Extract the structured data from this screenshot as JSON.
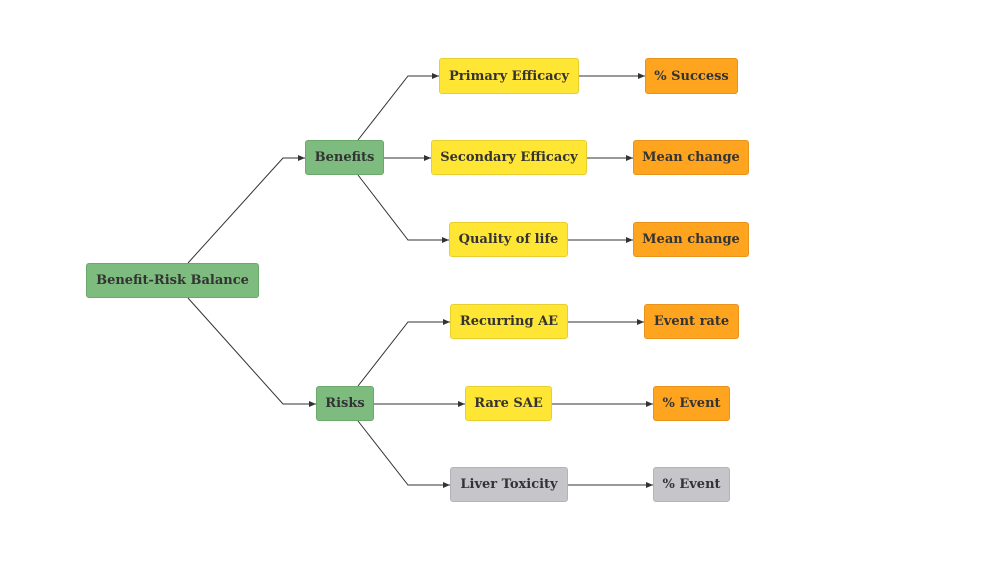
{
  "diagram": {
    "root": {
      "label": "Benefit-Risk Balance",
      "color": "#7dbb7f"
    },
    "categories": [
      {
        "label": "Benefits",
        "color": "#7dbb7f"
      },
      {
        "label": "Risks",
        "color": "#7dbb7f"
      }
    ],
    "criteria": [
      {
        "label": "Primary Efficacy",
        "category": "Benefits",
        "color": "#ffe534",
        "measure": "% Success",
        "measure_color": "#ffa41f"
      },
      {
        "label": "Secondary Efficacy",
        "category": "Benefits",
        "color": "#ffe534",
        "measure": "Mean change",
        "measure_color": "#ffa41f"
      },
      {
        "label": "Quality of life",
        "category": "Benefits",
        "color": "#ffe534",
        "measure": "Mean change",
        "measure_color": "#ffa41f"
      },
      {
        "label": "Recurring AE",
        "category": "Risks",
        "color": "#ffe534",
        "measure": "Event rate",
        "measure_color": "#ffa41f"
      },
      {
        "label": "Rare SAE",
        "category": "Risks",
        "color": "#ffe534",
        "measure": "% Event",
        "measure_color": "#ffa41f"
      },
      {
        "label": "Liver Toxicity",
        "category": "Risks",
        "color": "#c6c5ca",
        "measure": "% Event",
        "measure_color": "#c6c5ca"
      }
    ],
    "edge_color": "#333333"
  }
}
